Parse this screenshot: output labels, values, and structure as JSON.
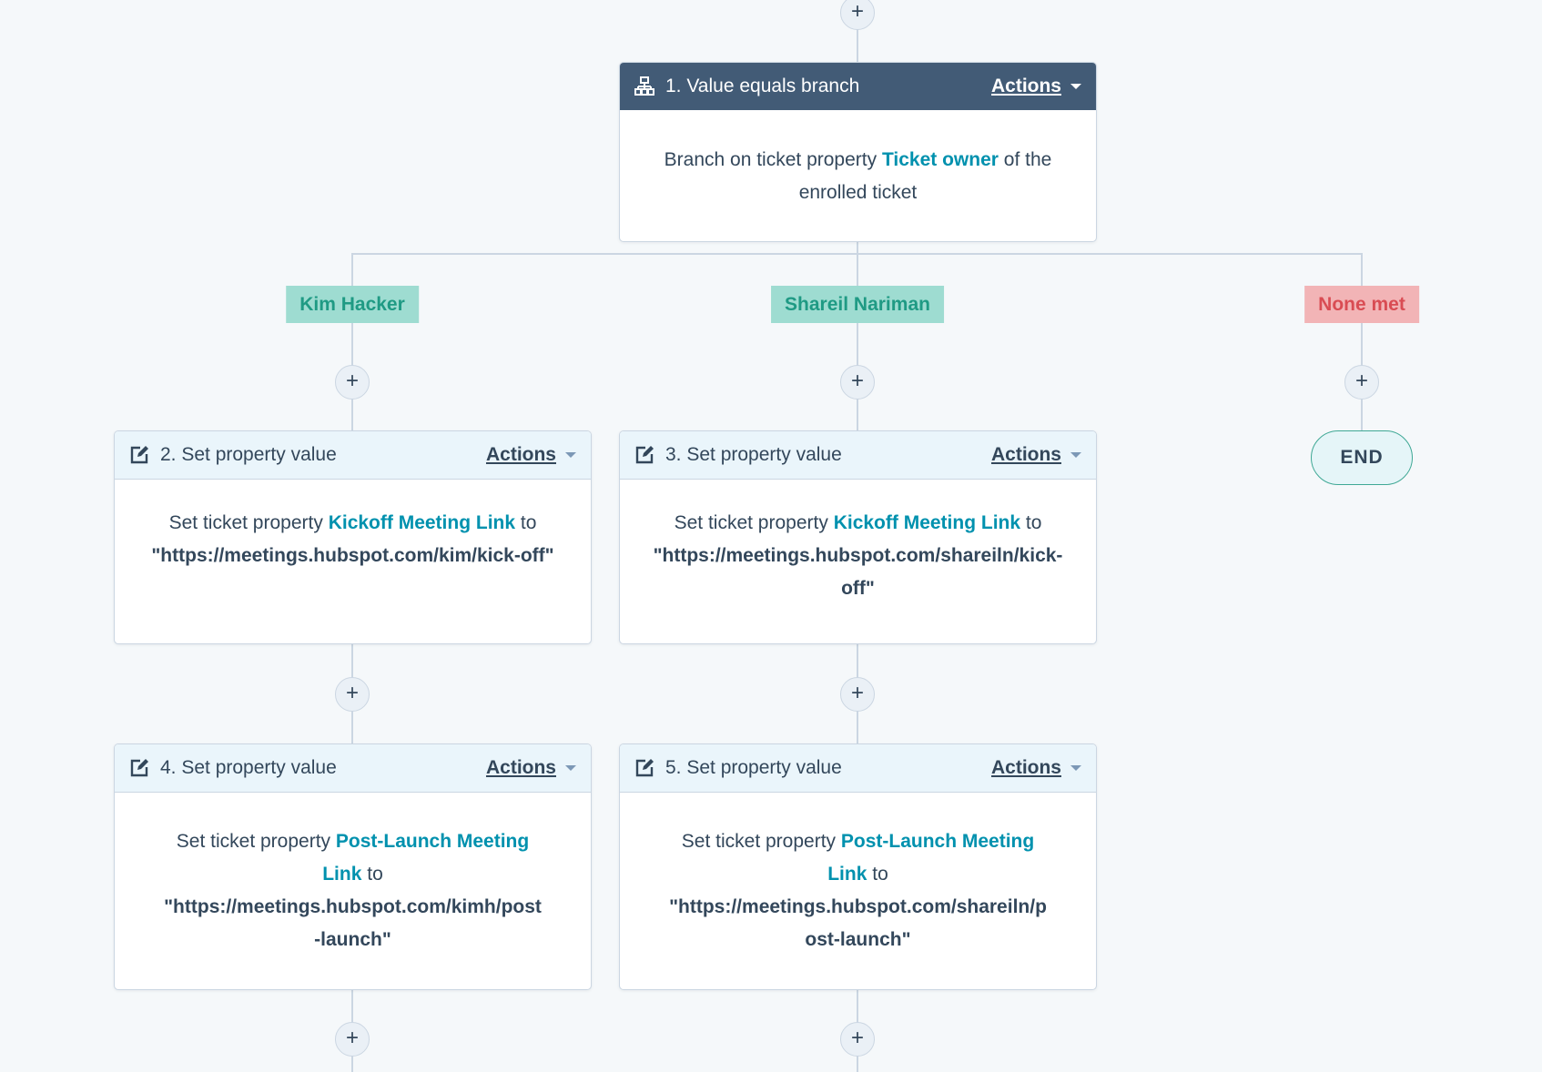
{
  "workflow": {
    "plus_label": "+",
    "branch": {
      "title": "1. Value equals branch",
      "actions": "Actions",
      "body_prefix": "Branch on ticket property",
      "property": "Ticket owner",
      "body_suffix": "of the enrolled ticket"
    },
    "branch_tags": {
      "left": "Kim Hacker",
      "middle": "Shareil Nariman",
      "right": "None met"
    },
    "end_label": "END",
    "steps": [
      {
        "title": "2. Set property value",
        "actions": "Actions",
        "prefix": "Set ticket property",
        "property": "Kickoff Meeting Link",
        "connector": "to",
        "value": "\"https://meetings.hubspot.com/kim/kick-off\""
      },
      {
        "title": "3. Set property value",
        "actions": "Actions",
        "prefix": "Set ticket property",
        "property": "Kickoff Meeting Link",
        "connector": "to",
        "value": "\"https://meetings.hubspot.com/shareiln/kick-off\""
      },
      {
        "title": "4. Set property value",
        "actions": "Actions",
        "prefix": "Set ticket property",
        "property": "Post-Launch Meeting Link",
        "connector": "to",
        "value": "\"https://meetings.hubspot.com/kimh/post-launch\""
      },
      {
        "title": "5. Set property value",
        "actions": "Actions",
        "prefix": "Set ticket property",
        "property": "Post-Launch Meeting Link",
        "connector": "to",
        "value": "\"https://meetings.hubspot.com/shareiln/post-launch\""
      }
    ]
  }
}
